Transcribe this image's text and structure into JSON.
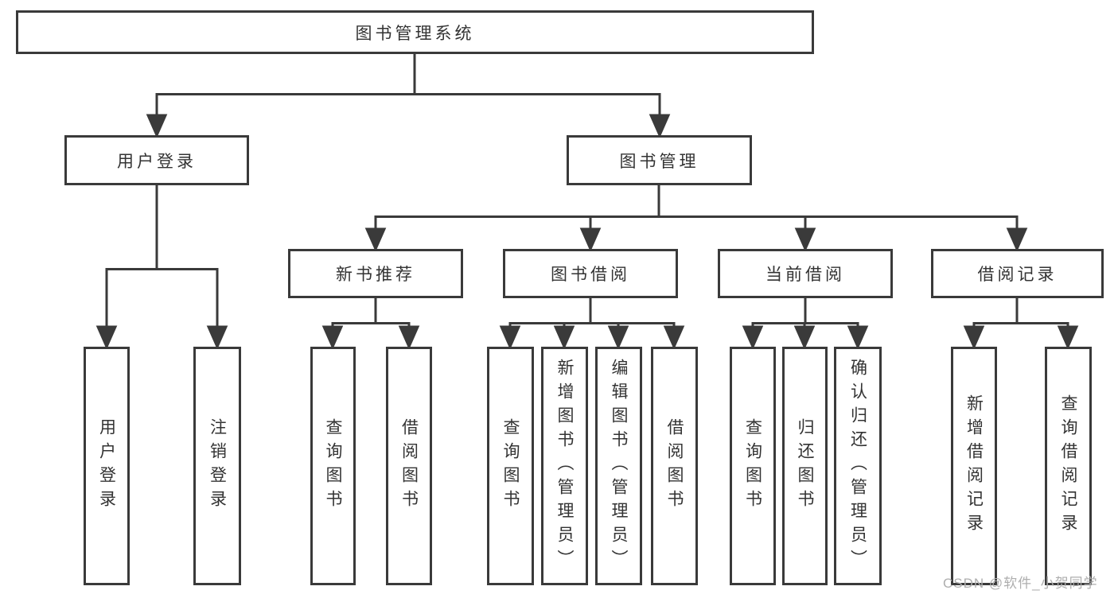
{
  "tree": {
    "root": {
      "label": "图书管理系统"
    },
    "login_branch": {
      "label": "用户登录",
      "children": [
        {
          "label": "用户登录"
        },
        {
          "label": "注销登录"
        }
      ]
    },
    "management_branch": {
      "label": "图书管理",
      "groups": [
        {
          "label": "新书推荐",
          "children": [
            {
              "label": "查询图书"
            },
            {
              "label": "借阅图书"
            }
          ]
        },
        {
          "label": "图书借阅",
          "children": [
            {
              "label": "查询图书"
            },
            {
              "label": "新增图书（管理员）"
            },
            {
              "label": "编辑图书（管理员）"
            },
            {
              "label": "借阅图书"
            }
          ]
        },
        {
          "label": "当前借阅",
          "children": [
            {
              "label": "查询图书"
            },
            {
              "label": "归还图书"
            },
            {
              "label": "确认归还（管理员）"
            }
          ]
        },
        {
          "label": "借阅记录",
          "children": [
            {
              "label": "新增借阅记录"
            },
            {
              "label": "查询借阅记录"
            }
          ]
        }
      ]
    }
  },
  "watermark": {
    "text": "CSDN @软件_小贺同学"
  },
  "colors": {
    "line": "#3a3a3a",
    "text": "#333333",
    "box_background": "#ffffff",
    "watermark": "#aeaeae",
    "background": "#ffffff"
  }
}
